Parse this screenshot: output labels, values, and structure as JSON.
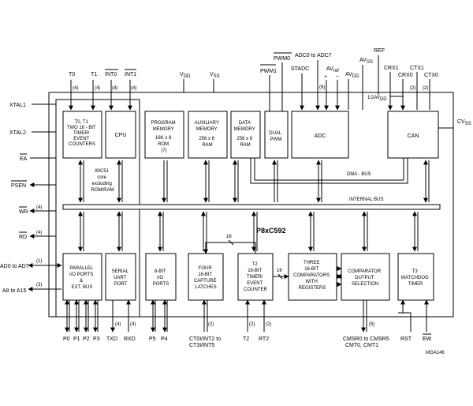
{
  "chip_name": "P8xC592",
  "doc_code": "MGA146",
  "blocks": {
    "timers": [
      "T0, T1",
      "TWO 16 - BIT",
      "TIMER/",
      "EVENT",
      "COUNTERS"
    ],
    "cpu": [
      "CPU"
    ],
    "program_memory": [
      "PROGRAM",
      "MEMORY",
      "16K x 8",
      "ROM",
      "(7)"
    ],
    "auxiliary_memory": [
      "AUXILIARY",
      "MEMORY",
      "256 x 8",
      "RAM"
    ],
    "data_memory": [
      "DATA",
      "MEMORY",
      "256 x 8",
      "RAM"
    ],
    "dual_pwm": [
      "DUAL",
      "PWM"
    ],
    "adc": [
      "ADC"
    ],
    "can": [
      "CAN"
    ],
    "parallel_ports": [
      "PARALLEL",
      "I/O PORTS",
      "&",
      "EXT. BUS"
    ],
    "serial_port": [
      "SERIAL",
      "UART",
      "PORT"
    ],
    "io_ports_8bit": [
      "8-BIT",
      "I/O",
      "PORTS"
    ],
    "capture_latches": [
      "FOUR",
      "16-BIT",
      "CAPTURE",
      "LATCHES"
    ],
    "t2_timer": [
      "T2",
      "16-BIT",
      "TIMER/",
      "EVENT",
      "COUNTER"
    ],
    "comparators": [
      "THREE",
      "16-BIT",
      "COMPARATORS",
      "WITH",
      "REGISTERS"
    ],
    "comparator_output": [
      "COMPARATOR",
      "OUTPUT",
      "SELECTION"
    ],
    "watchdog": [
      "T3",
      "WATCHDOG",
      "TIMER"
    ]
  },
  "core_note": [
    "80C51",
    "core",
    "excluding",
    "ROM/RAM"
  ],
  "bus_labels": {
    "dma": "DMA - BUS",
    "internal": "INTERNAL BUS",
    "width_16": "16",
    "width_16b": "16"
  },
  "left_signals": {
    "xtal1": "XTAL1",
    "xtal2": "XTAL2",
    "ea": "EA",
    "psen": "PSEN",
    "wr": "WR",
    "rd": "RD",
    "ad": "AD0 to AD7",
    "a": "A8 to A15"
  },
  "left_counts": {
    "wr": "(4)",
    "rd": "(4)",
    "ad": "(1)",
    "a": "(3)"
  },
  "top_signals": {
    "t0": "T0",
    "t1": "T1",
    "int0": "INT0",
    "int1": "INT1",
    "vdd": "V",
    "vdd_sub": "DD",
    "vss": "V",
    "vss_sub": "SS",
    "pwm1": "PWM1",
    "pwm0": "PWM0",
    "stadc": "STADC",
    "adc_in": "ADC0 to ADC7",
    "avref": "AV",
    "avref_sub": "ref",
    "plus": "+",
    "minus": "−",
    "avdd": "AV",
    "avdd_sub": "DD",
    "avss": "AV",
    "avss_sub": "SS",
    "ref": "REF",
    "crx1": "CRX1",
    "crx0": "CRX0",
    "ctx1": "CTX1",
    "ctx0": "CTX0",
    "half_avdd": "1/2AV",
    "half_avdd_sub": "DD",
    "cvss": "CV",
    "cvss_sub": "SS"
  },
  "top_counts": {
    "t0": "(4)",
    "t1": "(4)",
    "int0": "(4)",
    "int1": "(4)",
    "adc": "(6)",
    "ctx1": "(2)",
    "ctx0": "(2)"
  },
  "bottom_signals": {
    "p0": "P0",
    "p1": "P1",
    "p2": "P2",
    "p3": "P3",
    "txd": "TXD",
    "rxd": "RXD",
    "p5": "P5",
    "p4": "P4",
    "ct": "CT0I/INT2 to",
    "ct2": "CT3I/INT5",
    "t2": "T2",
    "rt2": "RT2",
    "cmsr": "CMSR0 to CMSR5",
    "cmt": "CMT0, CMT1",
    "rst": "RST",
    "ew": "EW"
  },
  "bottom_counts": {
    "txd": "(4)",
    "rxd": "(4)",
    "ct": "(2)",
    "t2": "(2)",
    "rt2": "(2)",
    "cmsr": "(5)"
  }
}
